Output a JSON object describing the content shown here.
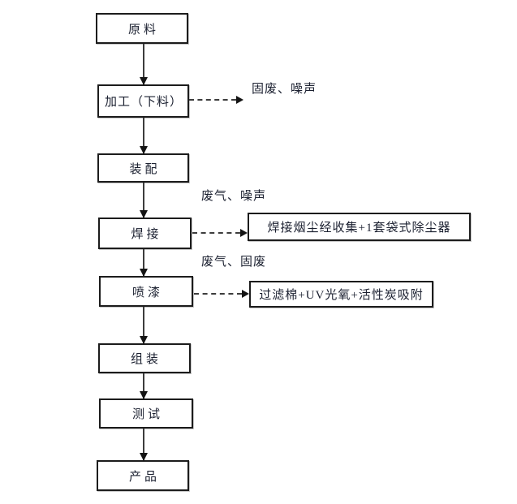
{
  "page": {
    "background": "#ffffff",
    "line_color": "#3d3d3d",
    "border_color": "#1c1c1c",
    "text_color": "#1b2030"
  },
  "flowchart": {
    "title": "",
    "nodes": [
      {
        "id": "raw-material",
        "label": "原料"
      },
      {
        "id": "processing",
        "label": "加工（下料）"
      },
      {
        "id": "fitting",
        "label": "装配"
      },
      {
        "id": "welding",
        "label": "焊接"
      },
      {
        "id": "painting",
        "label": "喷漆"
      },
      {
        "id": "assembling",
        "label": "组装"
      },
      {
        "id": "testing",
        "label": "测试"
      },
      {
        "id": "product",
        "label": "产品"
      }
    ],
    "emissions": [
      {
        "from": "processing",
        "label": "固废、噪声",
        "treatment": ""
      },
      {
        "from": "welding",
        "label": "废气、噪声",
        "treatment": "焊接烟尘经收集+1套袋式除尘器"
      },
      {
        "from": "painting",
        "label": "废气、固废",
        "treatment": "过滤棉+UV光氧+活性炭吸附"
      }
    ]
  }
}
